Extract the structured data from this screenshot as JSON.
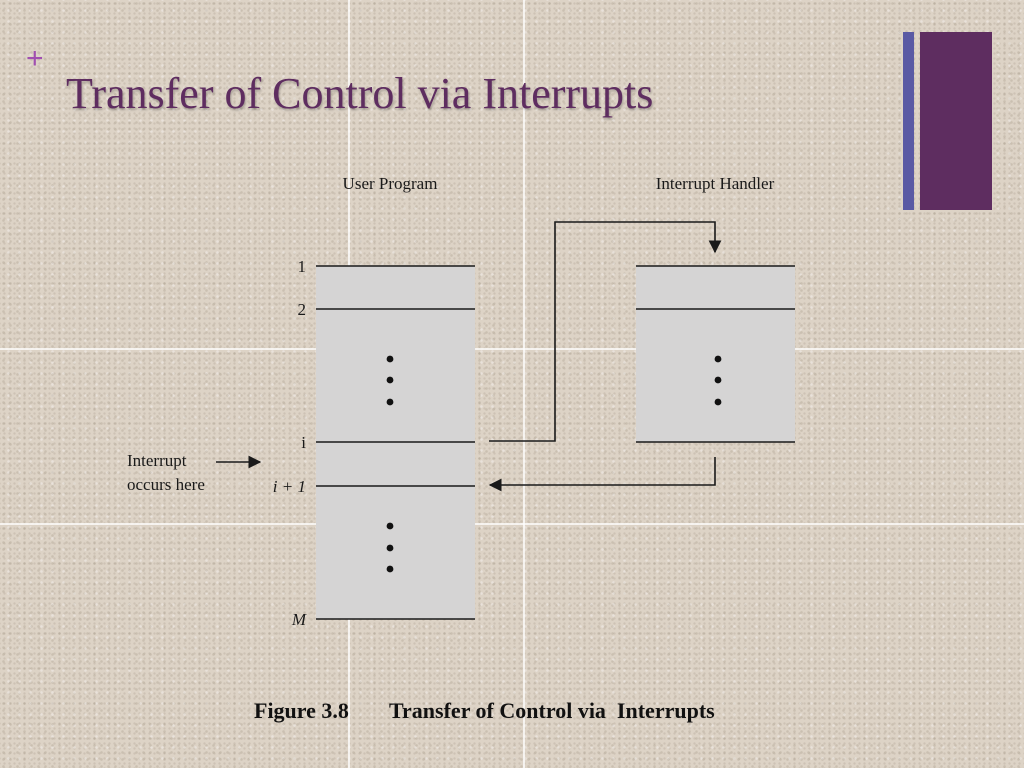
{
  "slide": {
    "bullet": "+",
    "title": "Transfer of Control via Interrupts"
  },
  "diagram": {
    "user_program_label": "User Program",
    "interrupt_handler_label": "Interrupt Handler",
    "row_labels": {
      "first": "1",
      "second": "2",
      "current": "i",
      "next": "i + 1",
      "last": "M"
    },
    "annotation_line1": "Interrupt",
    "annotation_line2": "occurs here"
  },
  "caption": {
    "figure_number": "Figure 3.8",
    "text": "Transfer of Control via  Interrupts"
  },
  "colors": {
    "title": "#5e2d60",
    "bullet": "#a04fb0",
    "accent_bar_thin": "#5a5aa4",
    "accent_bar_thick": "#5e2d60",
    "program_box_fill": "#d5d4d4"
  }
}
